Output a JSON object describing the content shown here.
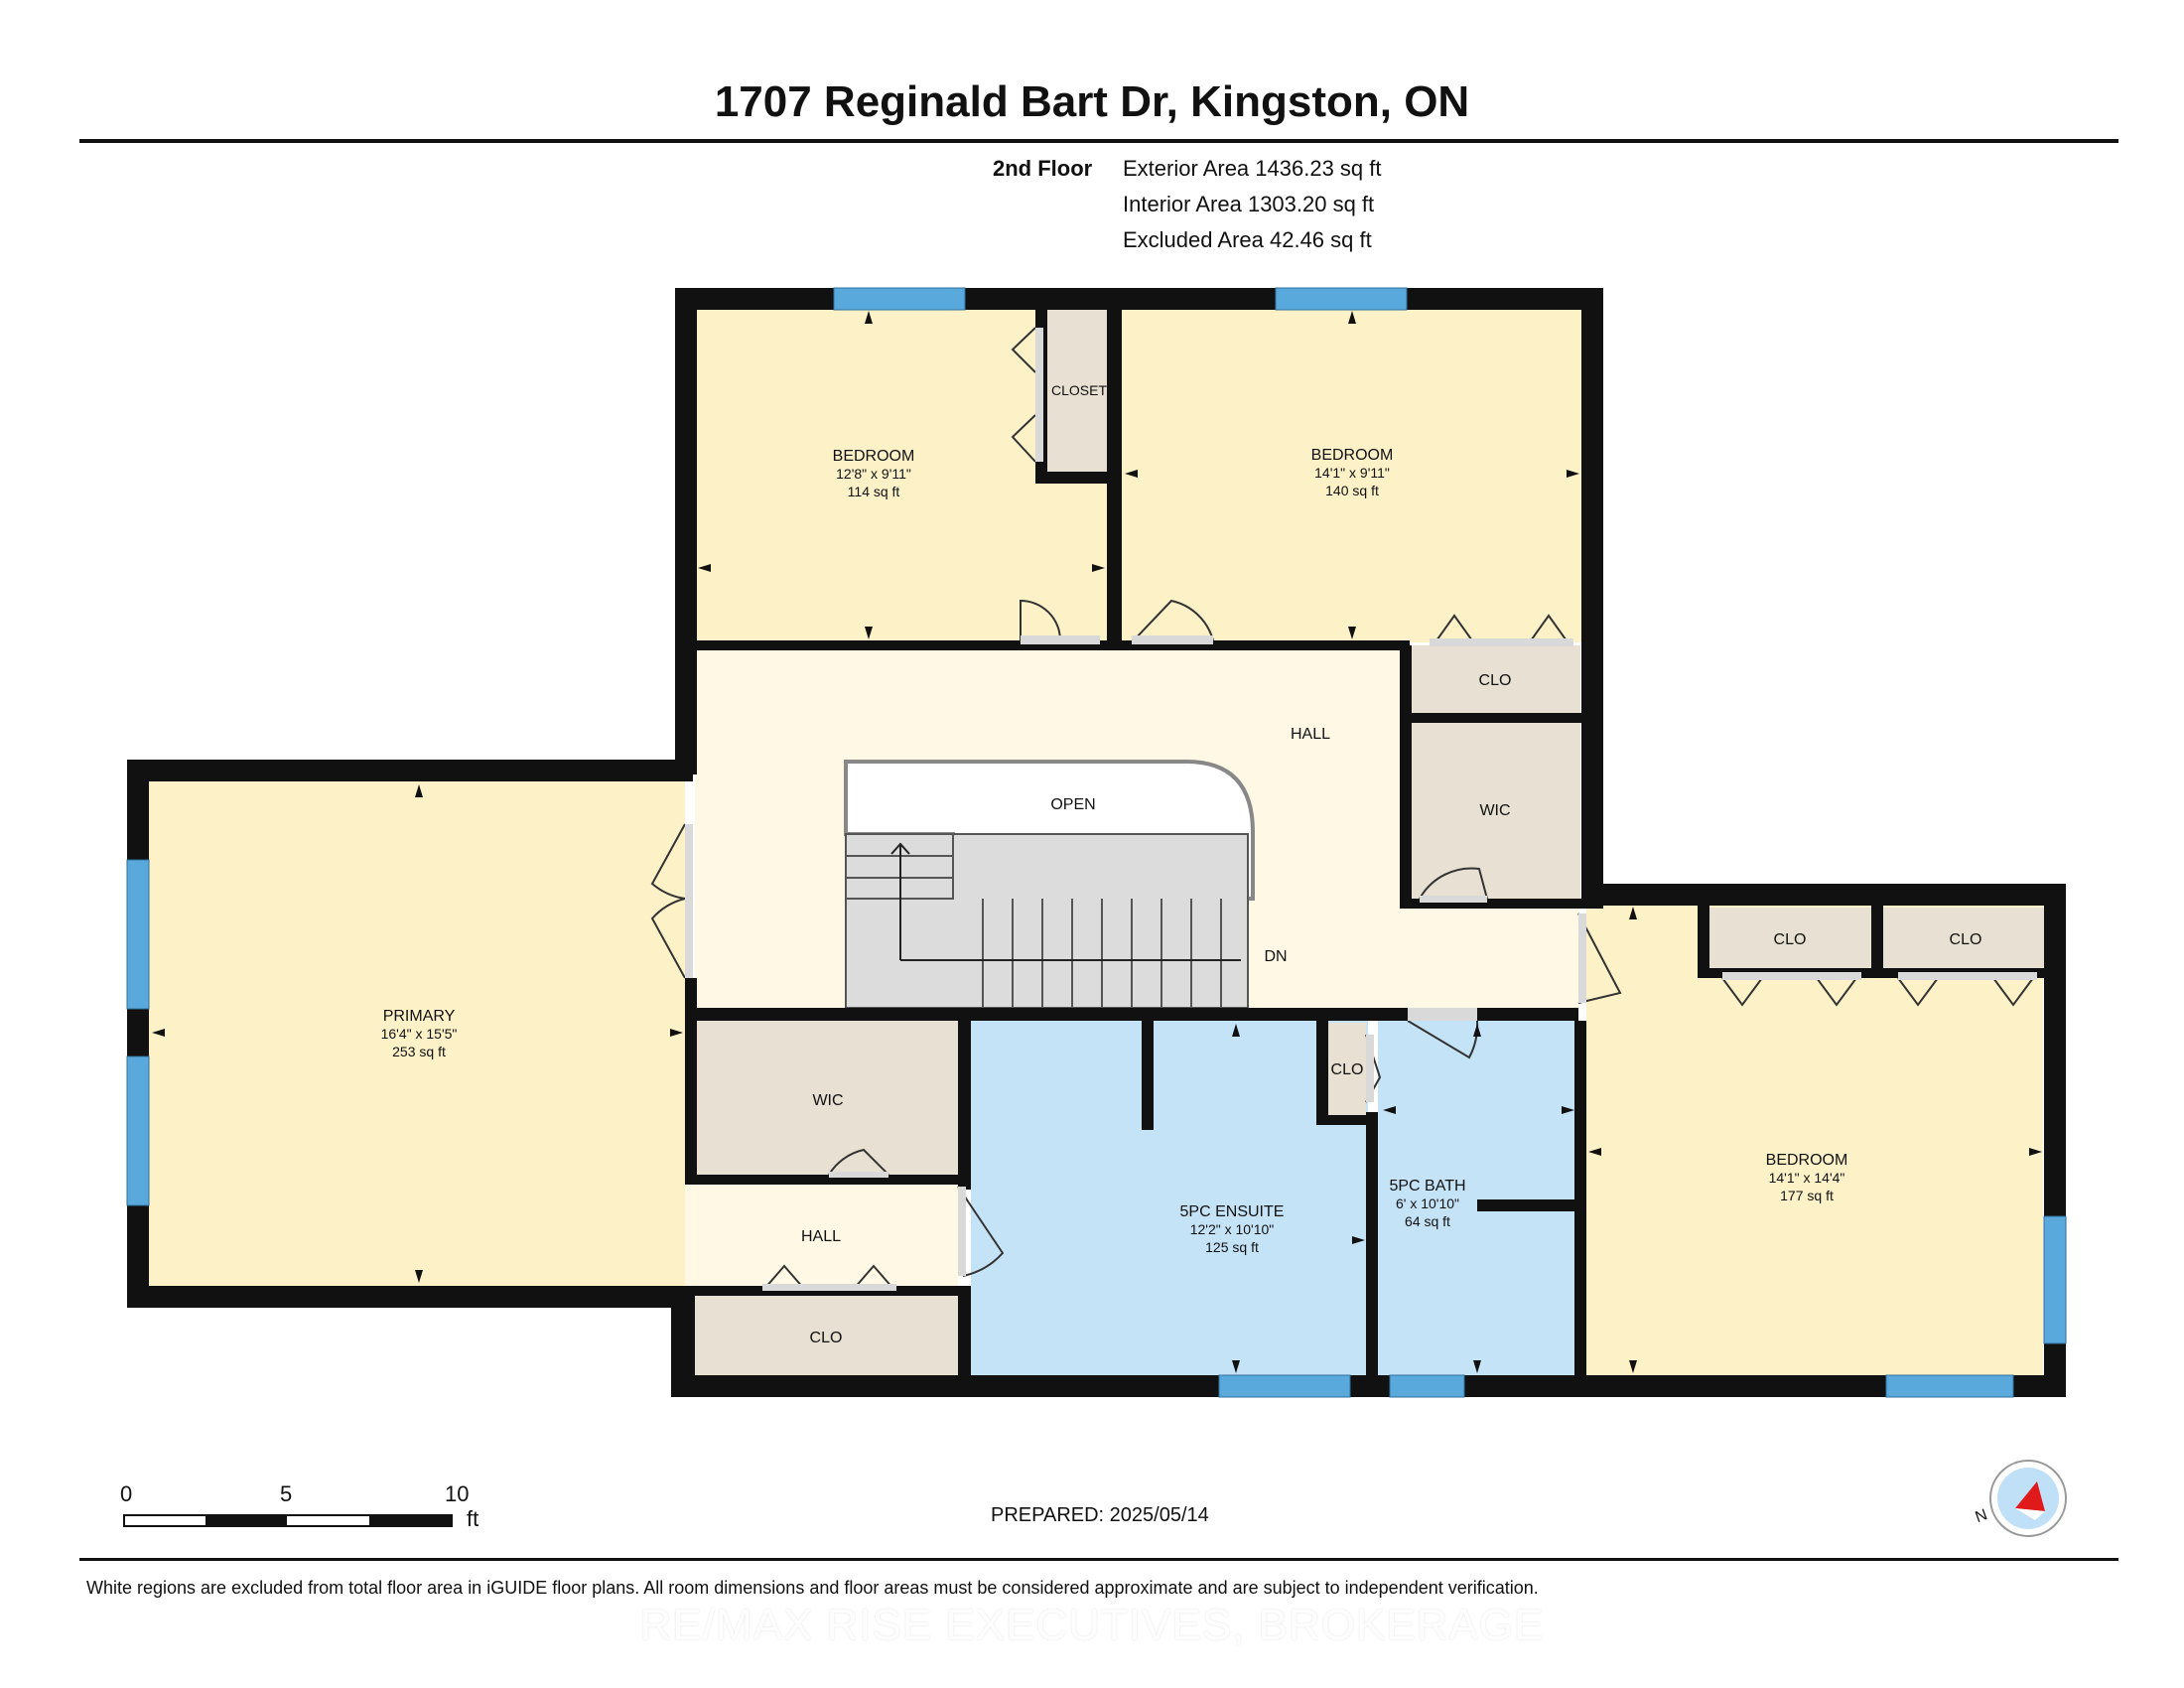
{
  "header": {
    "title": "1707 Reginald Bart Dr, Kingston, ON",
    "floor_name": "2nd Floor",
    "areas": [
      "Exterior Area 1436.23 sq ft",
      "Interior Area 1303.20 sq ft",
      "Excluded Area 42.46 sq ft"
    ]
  },
  "rooms": {
    "bedroom_a": {
      "name": "BEDROOM",
      "size": "12'8\" x 9'11\"",
      "area": "114 sq ft"
    },
    "closet": {
      "name": "CLOSET"
    },
    "bedroom_b": {
      "name": "BEDROOM",
      "size": "14'1\" x 9'11\"",
      "area": "140 sq ft"
    },
    "clo_hall": {
      "name": "CLO"
    },
    "hall_main": {
      "name": "HALL"
    },
    "open": {
      "name": "OPEN"
    },
    "wic_hall": {
      "name": "WIC"
    },
    "dn": {
      "name": "DN"
    },
    "primary": {
      "name": "PRIMARY",
      "size": "16'4\" x 15'5\"",
      "area": "253 sq ft"
    },
    "wic_primary": {
      "name": "WIC"
    },
    "hall_small": {
      "name": "HALL"
    },
    "clo_bottom": {
      "name": "CLO"
    },
    "ensuite": {
      "name": "5PC ENSUITE",
      "size": "12'2\" x 10'10\"",
      "area": "125 sq ft"
    },
    "clo_ensuite": {
      "name": "CLO"
    },
    "bath": {
      "name": "5PC BATH",
      "size": "6' x 10'10\"",
      "area": "64 sq ft"
    },
    "clo_right1": {
      "name": "CLO"
    },
    "clo_right2": {
      "name": "CLO"
    },
    "bedroom_c": {
      "name": "BEDROOM",
      "size": "14'1\" x 14'4\"",
      "area": "177 sq ft"
    }
  },
  "scale": {
    "labels": [
      "0",
      "5",
      "10"
    ],
    "unit": "ft"
  },
  "prepared": "PREPARED: 2025/05/14",
  "compass": {
    "icon": "compass-icon",
    "direction_label": "N"
  },
  "disclaimer": "White regions are excluded from total floor area in iGUIDE floor plans. All room dimensions and floor areas must be considered approximate and are subject to independent verification.",
  "watermark": "RE/MAX RISE EXECUTIVES, BROKERAGE",
  "colors": {
    "bedroom_fill": "#fdf1c8",
    "hall_fill": "#fef8e4",
    "closet_fill": "#e8e0d2",
    "bath_fill": "#c5e3f7",
    "stair_fill": "#dcdcdc",
    "wall": "#111111",
    "window": "#5aa9dc",
    "compass_red": "#e0191b",
    "compass_blue": "#bfe0f7"
  }
}
